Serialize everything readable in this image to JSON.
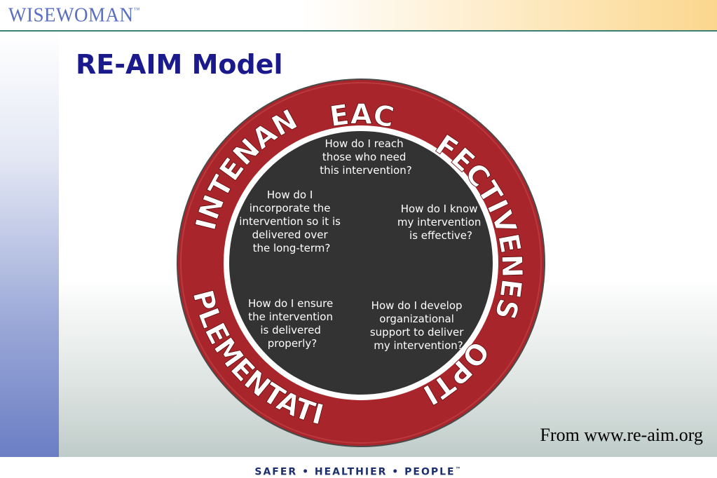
{
  "header": {
    "logo": "WISEWOMAN",
    "logo_mark": "™"
  },
  "slide": {
    "title": "RE-AIM Model",
    "source": "From www.re-aim.org"
  },
  "diagram": {
    "ring_labels": {
      "reach": "REACH",
      "effectiveness": "EFFECTIVENESS",
      "adoption": "ADOPTION",
      "implementation": "IMPLEMENTATION",
      "maintenance": "MAINTENANCE"
    },
    "questions": {
      "reach": [
        "How do I reach",
        "those who need",
        "this intervention?"
      ],
      "effectiveness": [
        "How do I know",
        "my intervention",
        "is effective?"
      ],
      "adoption": [
        "How do I develop",
        "organizational",
        "support to deliver",
        "my intervention?"
      ],
      "implementation": [
        "How do I ensure",
        "the intervention",
        "is delivered",
        "properly?"
      ],
      "maintenance": [
        "How do I",
        "incorporate the",
        "intervention so it is",
        "delivered over",
        "the long-term?"
      ]
    },
    "colors": {
      "ring": "#a8262b",
      "center": "#333333",
      "border": "#ffffff"
    }
  },
  "footer": {
    "tagline": "SAFER • HEALTHIER • PEOPLE",
    "mark": "™"
  }
}
